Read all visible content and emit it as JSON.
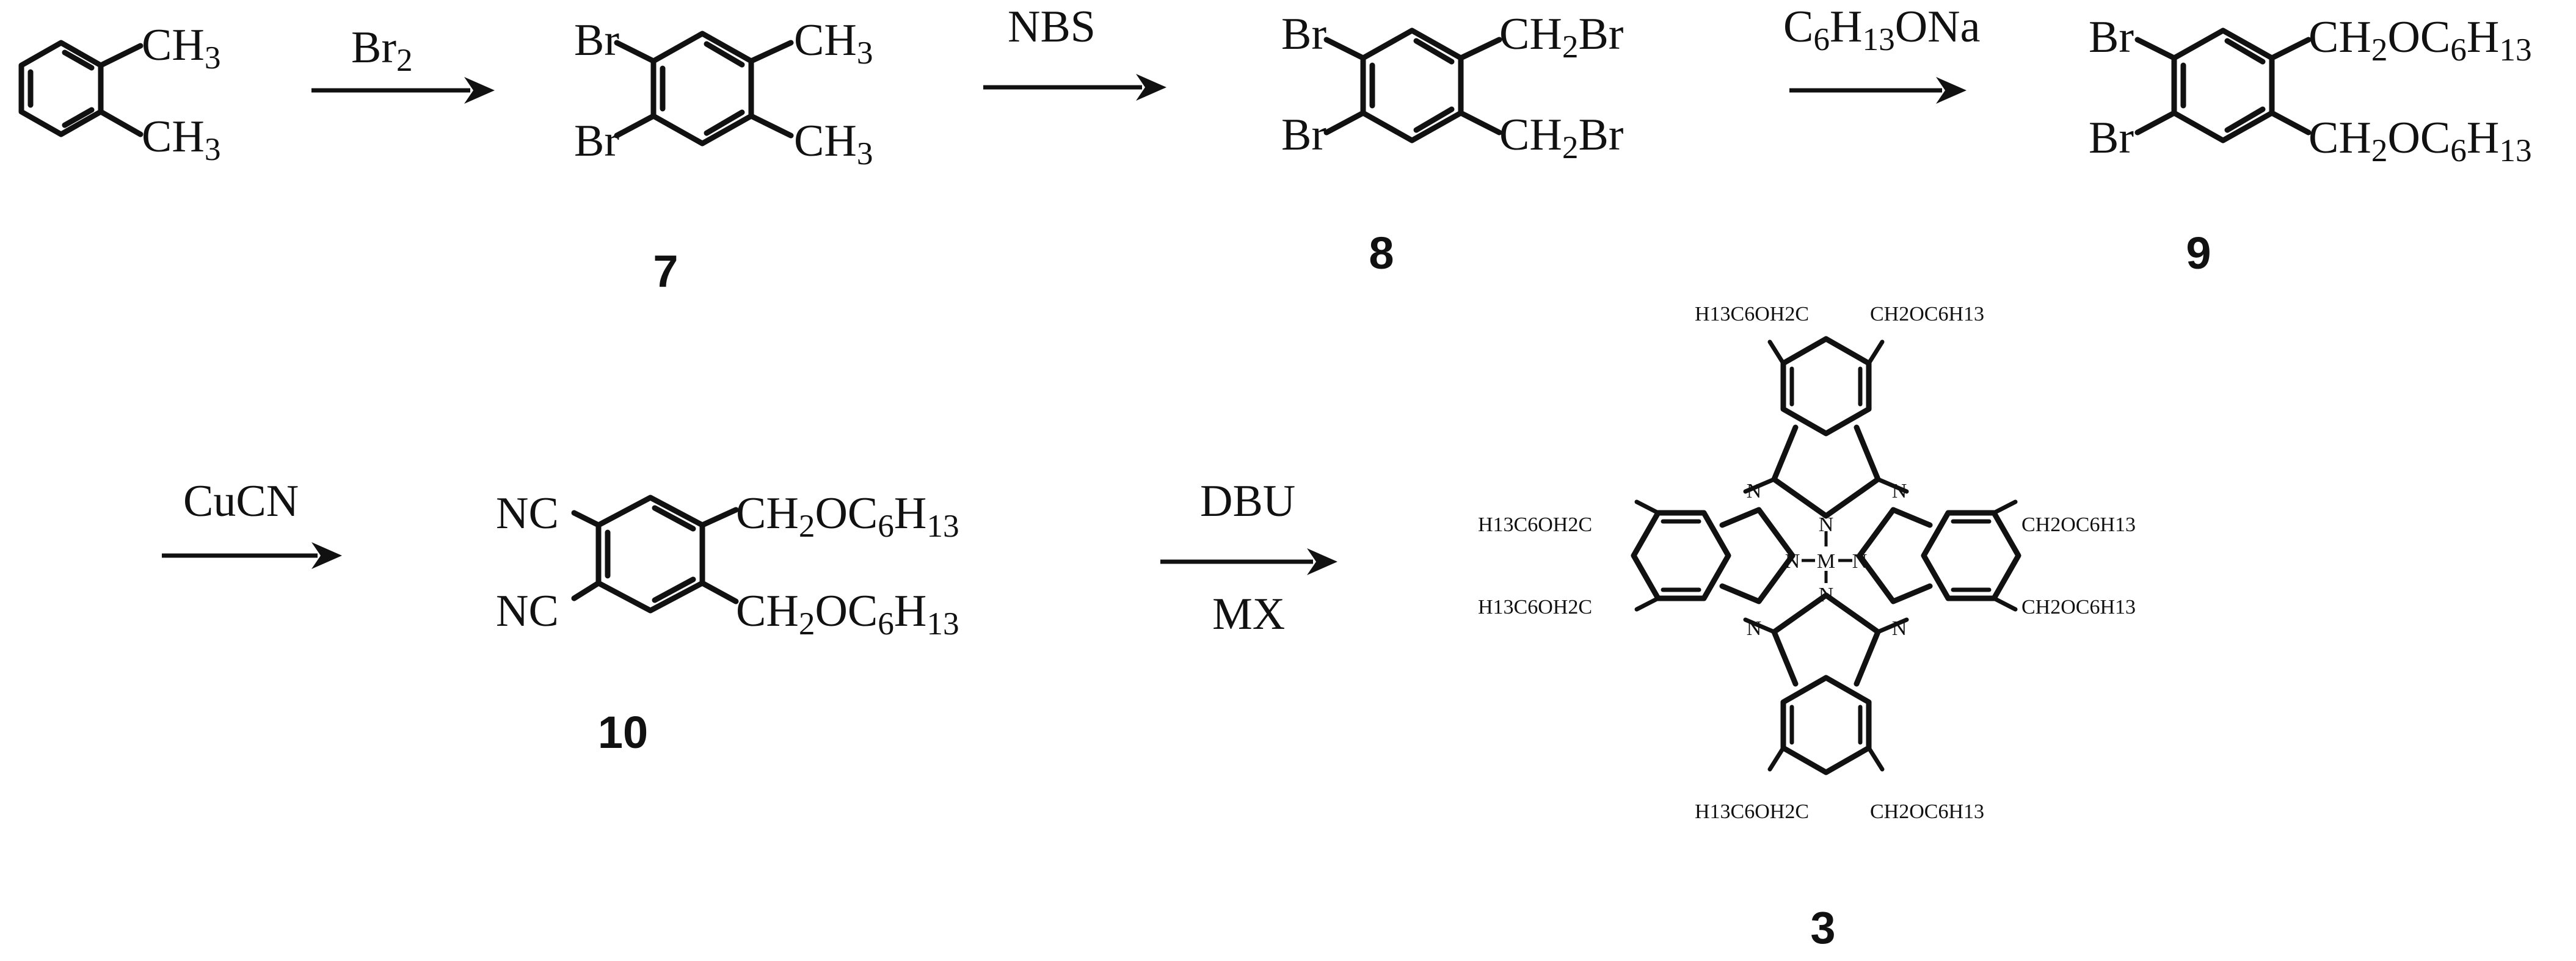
{
  "scheme": {
    "start": {
      "sub1": [
        "CH",
        "3"
      ],
      "sub2": [
        "CH",
        "3"
      ]
    },
    "arrows": [
      {
        "above": [
          "Br",
          "2"
        ],
        "below": ""
      },
      {
        "above": "NBS",
        "below": ""
      },
      {
        "above": [
          "C",
          "6",
          "H",
          "13",
          "ONa"
        ],
        "below": ""
      },
      {
        "above": "CuCN",
        "below": ""
      },
      {
        "above": "DBU",
        "below": "MX"
      }
    ],
    "compounds": [
      {
        "number": "7",
        "labels": {
          "tl": "Br",
          "bl": "Br",
          "tr": [
            "CH",
            "3"
          ],
          "br": [
            "CH",
            "3"
          ]
        }
      },
      {
        "number": "8",
        "labels": {
          "tl": "Br",
          "bl": "Br",
          "tr": [
            "CH",
            "2",
            "Br"
          ],
          "br": [
            "CH",
            "2",
            "Br"
          ]
        }
      },
      {
        "number": "9",
        "labels": {
          "tl": "Br",
          "bl": "Br",
          "tr": [
            "CH",
            "2",
            "OC",
            "6",
            "H",
            "13"
          ],
          "br": [
            "CH",
            "2",
            "OC",
            "6",
            "H",
            "13"
          ]
        }
      },
      {
        "number": "10",
        "labels": {
          "tl": "NC",
          "bl": "NC",
          "tr": [
            "CH",
            "2",
            "OC",
            "6",
            "H",
            "13"
          ],
          "br": [
            "CH",
            "2",
            "OC",
            "6",
            "H",
            "13"
          ]
        }
      },
      {
        "number": "3",
        "labels": {
          "metal": "M",
          "nitrogen": "N",
          "left_substituent": "H13C6OH2C",
          "right_substituent": "CH2OC6H13"
        }
      }
    ]
  }
}
